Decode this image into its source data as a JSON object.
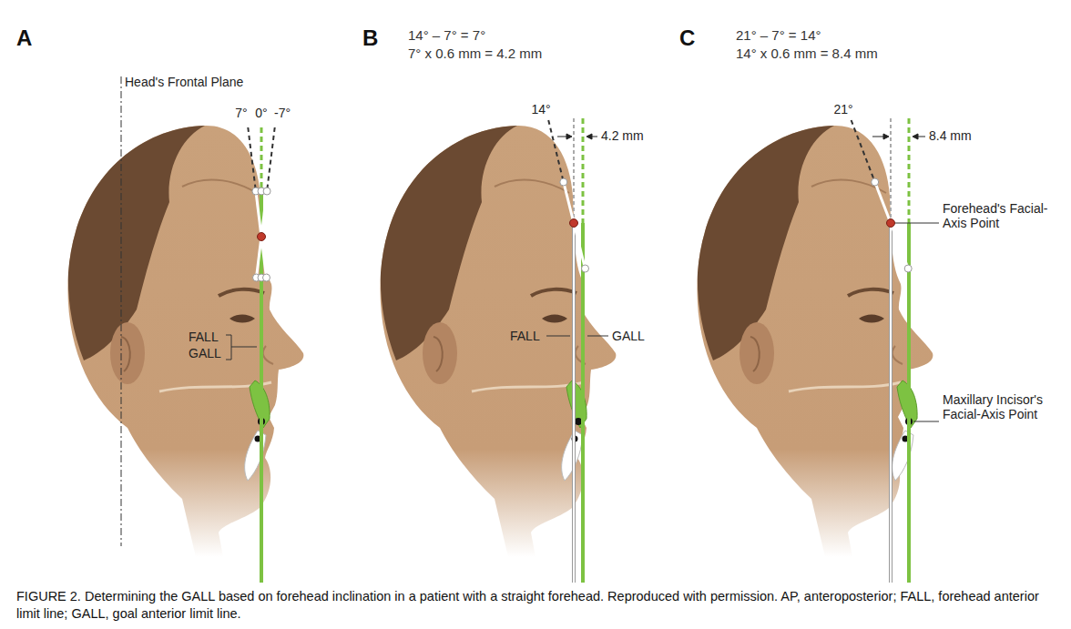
{
  "diagram": {
    "caption": "FIGURE 2. Determining the GALL based on forehead inclination in a patient with a straight forehead. Reproduced with permission. AP, anteroposterior; FALL, forehead anterior limit line; GALL, goal anterior limit line.",
    "labels": [
      "A",
      "Head's Frontal Plane",
      "7°",
      "0°",
      "-7°",
      "FALL",
      "GALL",
      "B",
      "14° – 7° = 7°",
      "7° x 0.6 mm = 4.2 mm",
      "14°",
      "4.2 mm",
      "FALL",
      "GALL",
      "C",
      "21° – 7° = 14°",
      "14° x 0.6 mm = 8.4 mm",
      "21°",
      "8.4 mm",
      "Forehead's Facial-Axis Point",
      "Maxillary Incisor's Facial-Axis Point"
    ]
  }
}
